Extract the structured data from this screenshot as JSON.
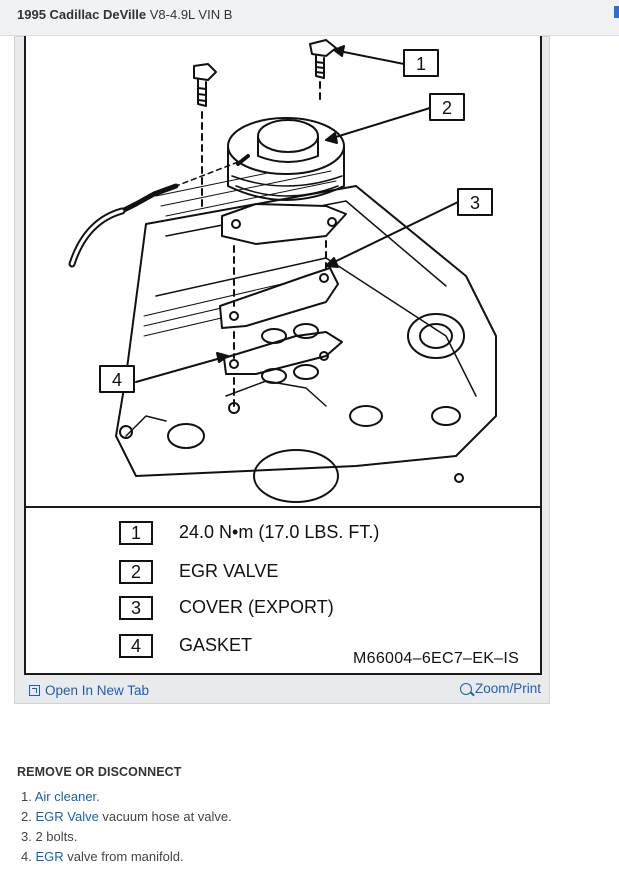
{
  "header": {
    "title_bold": "1995 Cadillac DeVille",
    "title_rest": "V8-4.9L VIN B"
  },
  "figure": {
    "callouts": [
      "1",
      "2",
      "3",
      "4"
    ],
    "legend": [
      {
        "num": "1",
        "text": "24.0 N•m (17.0 LBS. FT.)"
      },
      {
        "num": "2",
        "text": "EGR  VALVE"
      },
      {
        "num": "3",
        "text": "COVER (EXPORT)"
      },
      {
        "num": "4",
        "text": "GASKET"
      }
    ],
    "code": "M66004–6EC7–EK–IS",
    "open_tab_label": "Open In New Tab",
    "zoom_label": "Zoom/Print"
  },
  "procedure": {
    "heading": "REMOVE OR DISCONNECT",
    "steps": [
      {
        "num": "1.",
        "link": "Air cleaner.",
        "rest": ""
      },
      {
        "num": "2.",
        "link": "EGR Valve",
        "rest": " vacuum hose at valve."
      },
      {
        "num": "3.",
        "link": "",
        "rest": "2 bolts."
      },
      {
        "num": "4.",
        "link": "EGR",
        "rest": " valve from manifold."
      }
    ]
  },
  "colors": {
    "link": "#1a5fb4",
    "header_bg": "#f1f2f4",
    "card_bg": "#e9eaec"
  }
}
